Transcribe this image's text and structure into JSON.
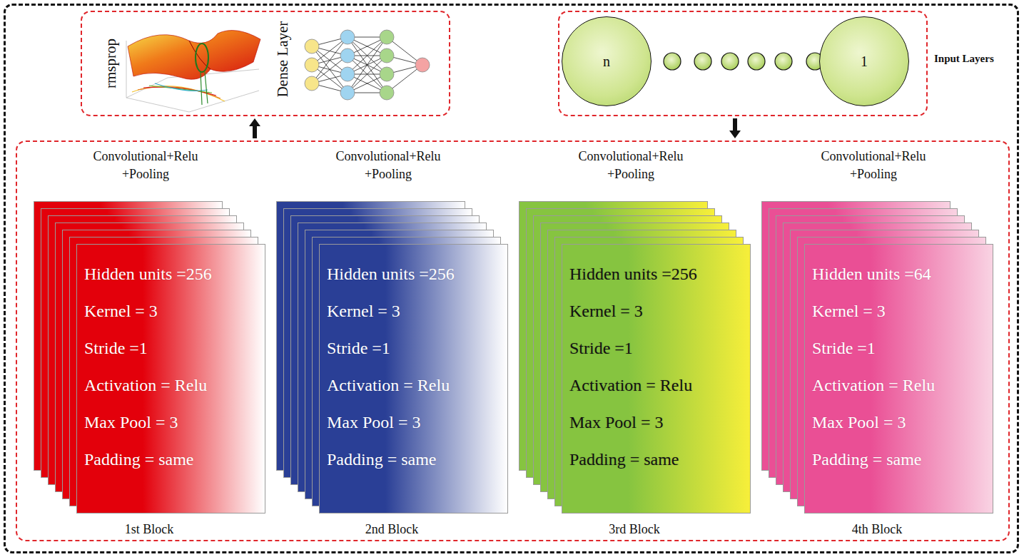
{
  "diagram": {
    "nodes": [
      {
        "text": [
          "rmsprop",
          "Dense Layer"
        ]
      },
      {
        "text": [
          "Input Layers"
        ]
      },
      {
        "text": [
          "n"
        ],
        "in": 1
      },
      {
        "text": [
          "1"
        ],
        "in": 1
      },
      {
        "text": []
      },
      {
        "text": [
          "Convolutional+Relu +Pooling",
          "Hidden units =256",
          "Kernel = 3",
          "Stride =1",
          "Activation = Relu",
          "Max Pool = 3",
          "Padding = same",
          "1st Block"
        ],
        "in": 4
      },
      {
        "text": [
          "Convolutional+Relu +Pooling",
          "Hidden units =256",
          "Kernel = 3",
          "Stride =1",
          "Activation = Relu",
          "Max Pool = 3",
          "Padding = same",
          "2nd Block"
        ],
        "in": 4
      },
      {
        "text": [
          "Convolutional+Relu +Pooling",
          "Hidden units =256",
          "Kernel = 3",
          "Stride =1",
          "Activation = Relu",
          "Max Pool = 3",
          "Padding = same",
          "3rd Block"
        ],
        "in": 4
      },
      {
        "text": [
          "Convolutional+Relu +Pooling",
          "Hidden units =64",
          "Kernel = 3",
          "Stride =1",
          "Activation = Relu",
          "Max Pool = 3",
          "Padding = same",
          "4th Block"
        ],
        "in": 4
      }
    ],
    "edges": [
      {
        "from": 4,
        "to": 0,
        "arrow": "to"
      },
      {
        "from": 1,
        "to": 4,
        "arrow": "to"
      }
    ]
  }
}
